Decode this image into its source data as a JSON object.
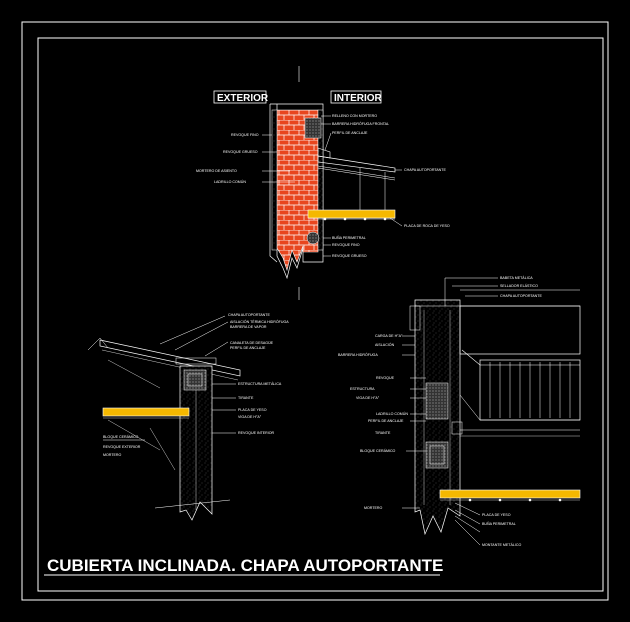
{
  "drawing": {
    "title": "CUBIERTA INCLINADA. CHAPA AUTOPORTANTE",
    "colors": {
      "background": "#000000",
      "line": "#ffffff",
      "brick": "#e8461e",
      "mortar": "#ffffff",
      "plaster_board": "#f5b800"
    }
  },
  "detail_top": {
    "exterior_tag": "EXTERIOR",
    "interior_tag": "INTERIOR",
    "left_labels": [
      "REVOQUE FINO",
      "REVOQUE GRUESO",
      "MORTERO DE ASIENTO",
      "LADRILLO COMÚN"
    ],
    "right_labels": [
      "RELLENO CON MORTERO",
      "BARRERA HIDRÓFUGA FRONTAL",
      "PERFIL DE ANCLAJE",
      "CHAPA AUTOPORTANTE",
      "PLACA DE ROCA DE YESO",
      "BUÑA PERIMETRAL",
      "REVOQUE FINO",
      "REVOQUE GRUESO"
    ]
  },
  "detail_left": {
    "labels": [
      "CHAPA AUTOPORTANTE",
      "AISLACIÓN TÉRMICA HIDRÓFUGA",
      "BARRERA DE VAPOR",
      "CANALETA DE DESAGÜE",
      "PERFIL DE ANCLAJE",
      "ESTRUCTURA METÁLICA",
      "TIRANTE",
      "PLACA DE YESO",
      "VIGA DE H°A°",
      "REVOQUE INTERIOR",
      "BLOQUE CERÁMICO",
      "REVOQUE EXTERIOR",
      "MORTERO"
    ]
  },
  "detail_right": {
    "labels": [
      "BABETA METÁLICA",
      "SELLADOR ELÁSTICO",
      "CHAPA AUTOPORTANTE",
      "CARGA DE H°A°",
      "AISLACIÓN",
      "BARRERA HIDRÓFUGA",
      "REVOQUE",
      "ESTRUCTURA",
      "VIGA DE H°A°",
      "LADRILLO COMÚN",
      "PERFIL DE ANCLAJE",
      "TIRANTE",
      "BLOQUE CERÁMICO",
      "MORTERO",
      "PLACA DE YESO",
      "BUÑA PERIMETRAL",
      "MONTANTE METÁLICO"
    ]
  }
}
